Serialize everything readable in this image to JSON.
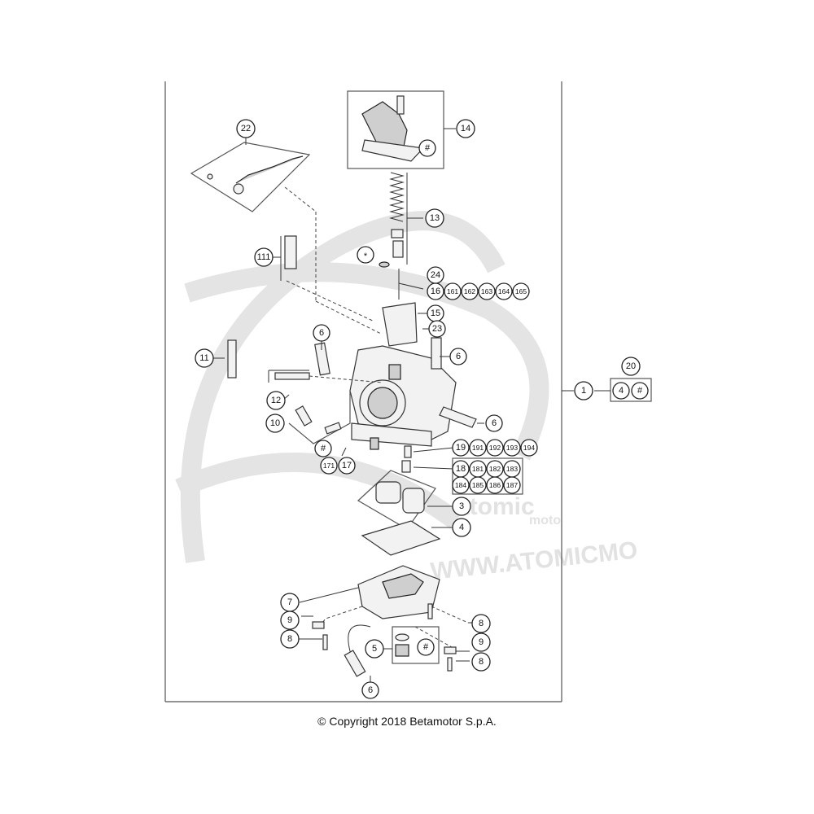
{
  "callouts": {
    "c1": "1",
    "c3": "3",
    "c4": "4",
    "c5": "5",
    "c6a": "6",
    "c6b": "6",
    "c6c": "6",
    "c6d": "6",
    "c7": "7",
    "c8a": "8",
    "c8b": "8",
    "c8c": "8",
    "c9a": "9",
    "c9b": "9",
    "c10": "10",
    "c11": "11",
    "c111": "111",
    "c12": "12",
    "c13": "13",
    "c14": "14",
    "c15": "15",
    "c16": "16",
    "c161": "161",
    "c162": "162",
    "c163": "163",
    "c164": "164",
    "c165": "165",
    "c17": "17",
    "c171": "171",
    "c18": "18",
    "c181": "181",
    "c182": "182",
    "c183": "183",
    "c184": "184",
    "c185": "185",
    "c186": "186",
    "c187": "187",
    "c19": "19",
    "c191": "191",
    "c192": "192",
    "c193": "193",
    "c194": "194",
    "c20": "20",
    "c20a": "4",
    "c20b": "#",
    "c22": "22",
    "c23": "23",
    "c24": "24",
    "hash1": "#",
    "hash2": "#",
    "hash3": "#",
    "star": "*"
  },
  "watermark": {
    "brand": "atomic",
    "sub": "moto",
    "url": "WWW.ATOMICMO"
  },
  "copyright": "© Copyright 2018 Betamotor S.p.A."
}
